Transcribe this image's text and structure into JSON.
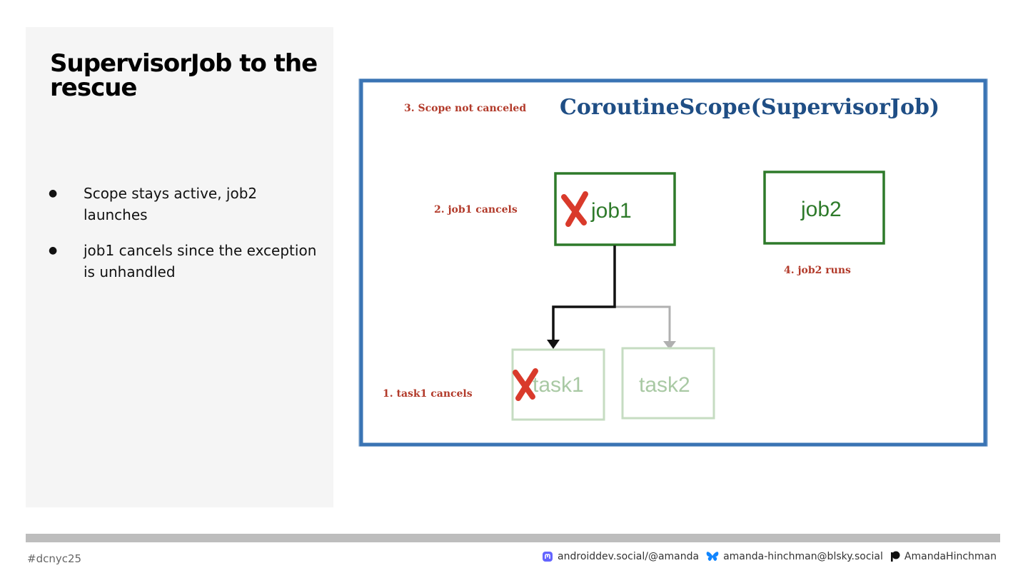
{
  "slide": {
    "title": "SupervisorJob to the rescue",
    "bullets": [
      "Scope stays active, job2 launches",
      "job1 cancels since the exception is unhandled"
    ]
  },
  "diagram": {
    "scope_label": "CoroutineScope(SupervisorJob)",
    "notes": {
      "scope": "3. Scope not canceled",
      "job1": "2. job1 cancels",
      "job2": "4. job2 runs",
      "task1": "1. task1 cancels"
    },
    "nodes": {
      "job1": "job1",
      "job2": "job2",
      "task1": "task1",
      "task2": "task2"
    },
    "colors": {
      "scope_border": "#3a74b4",
      "scope_text": "#1f4e85",
      "note_text": "#b23a2a",
      "job_border": "#2e7a2a",
      "job_text": "#2e7a2a",
      "task_border": "#c6dcc2",
      "task_text": "#a9c9a4",
      "cross": "#d93a2b"
    }
  },
  "footer": {
    "hashtag": "#dcnyc25",
    "mastodon": "androiddev.social/@amanda",
    "bluesky": "amanda-hinchman@blsky.social",
    "patreon": "AmandaHinchman"
  }
}
